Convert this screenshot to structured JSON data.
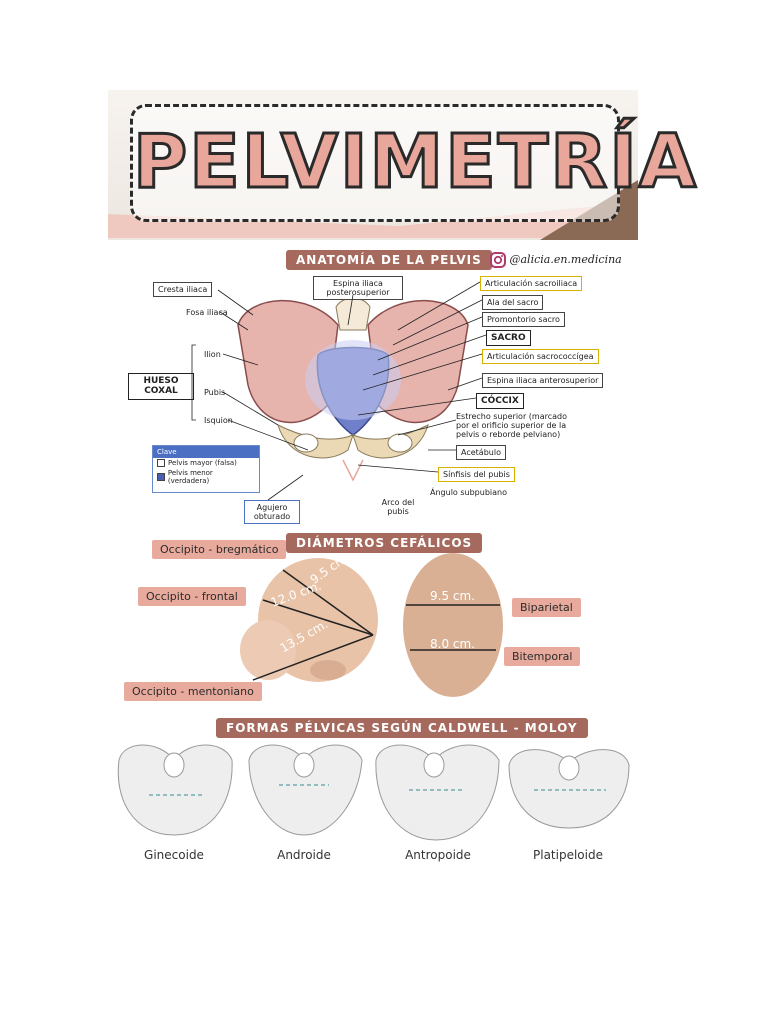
{
  "title": "PELVIMETRÍA",
  "social_handle": "@alicia.en.medicina",
  "colors": {
    "accent": "#a56a5d",
    "pink": "#e8aa9c",
    "bone": "#e7b3ad",
    "sacrum": "#6f7fc9"
  },
  "anatomy": {
    "header": "ANATOMÍA DE LA PELVIS",
    "labels": {
      "cresta": "Cresta iliaca",
      "fosa": "Fosa iliaca",
      "espina_post": "Espina iliaca posterosuperior",
      "art_sacroiliaca": "Articulación sacroiliaca",
      "ala_sacro": "Ala del sacro",
      "promontorio": "Promontorio sacro",
      "sacro": "SACRO",
      "art_sacrococcigea": "Articulación sacrococcígea",
      "espina_ant": "Espina iliaca anterosuperior",
      "coccix": "CÓCCIX",
      "estrecho": "Estrecho superior (marcado por el orificio superior de la pelvis o reborde pelviano)",
      "acetabulo": "Acetábulo",
      "sinfisis": "Sínfisis del pubis",
      "angulo": "Ángulo subpubiano",
      "arco": "Arco del pubis",
      "agujero": "Agujero obturado",
      "ilion": "Ilion",
      "pubis": "Pubis",
      "isquion": "Isquion",
      "hueso_coxal": "HUESO COXAL"
    },
    "key": {
      "title": "Clave",
      "mayor": "Pelvis mayor (falsa)",
      "menor": "Pelvis menor (verdadera)"
    }
  },
  "cephalic": {
    "header": "DIÁMETROS CEFÁLICOS",
    "labels": {
      "occ_breg": "Occipito - bregmático",
      "occ_front": "Occipito - frontal",
      "occ_ment": "Occipito - mentoniano",
      "biparietal": "Biparietal",
      "bitemporal": "Bitemporal"
    },
    "measures": {
      "m1": "9.5 cm.",
      "m2": "12.0 cm.",
      "m3": "13.5 cm.",
      "m4": "9.5 cm.",
      "m5": "8.0 cm."
    }
  },
  "shapes": {
    "header": "FORMAS PÉLVICAS SEGÚN CALDWELL - MOLOY",
    "items": [
      "Ginecoide",
      "Androide",
      "Antropoide",
      "Platipeloide"
    ]
  }
}
